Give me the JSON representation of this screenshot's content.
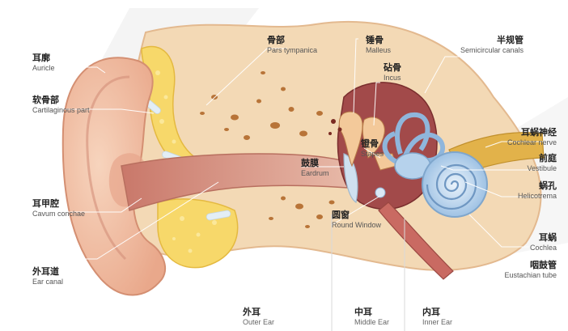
{
  "labels": {
    "auricle": {
      "zh": "耳廓",
      "en": "Auricle"
    },
    "cartilaginous": {
      "zh": "软骨部",
      "en": "Cartilaginous part"
    },
    "cavum": {
      "zh": "耳甲腔",
      "en": "Cavum conchae"
    },
    "ear_canal": {
      "zh": "外耳道",
      "en": "Ear canal"
    },
    "pars": {
      "zh": "骨部",
      "en": "Pars tympanica"
    },
    "malleus": {
      "zh": "锤骨",
      "en": "Malleus"
    },
    "incus": {
      "zh": "砧骨",
      "en": "Incus"
    },
    "stapes": {
      "zh": "镫骨",
      "en": "Stapes"
    },
    "eardrum": {
      "zh": "鼓膜",
      "en": "Eardrum"
    },
    "round_window": {
      "zh": "圆窗",
      "en": "Round Window"
    },
    "semicircular": {
      "zh": "半规管",
      "en": "Semicircular canals"
    },
    "cochlear_nerve": {
      "zh": "耳蜗神经",
      "en": "Cochlear nerve"
    },
    "vestibule": {
      "zh": "前庭",
      "en": "Vestibule"
    },
    "helicotrema": {
      "zh": "蜗孔",
      "en": "Helicotrema"
    },
    "cochlea": {
      "zh": "耳蜗",
      "en": "Cochlea"
    },
    "eustachian": {
      "zh": "咽鼓管",
      "en": "Eustachian tube"
    }
  },
  "sections": {
    "outer": {
      "zh": "外耳",
      "en": "Outer Ear"
    },
    "middle": {
      "zh": "中耳",
      "en": "Middle Ear"
    },
    "inner": {
      "zh": "内耳",
      "en": "Inner Ear"
    }
  }
}
